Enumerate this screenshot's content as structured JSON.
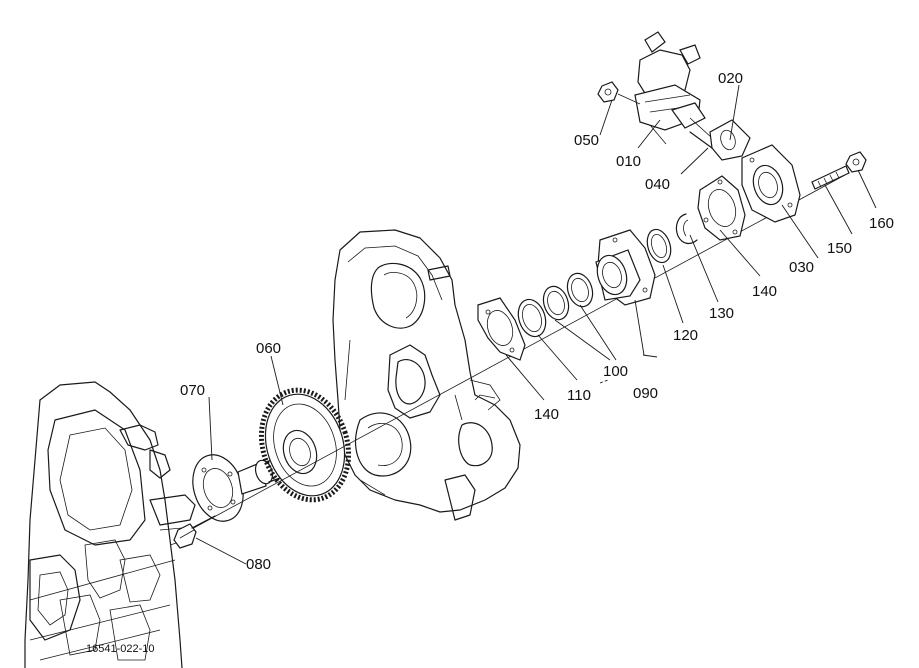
{
  "figure_code": "16541-022-10",
  "parts": {
    "p010": "010",
    "p020": "020",
    "p030": "030",
    "p040": "040",
    "p050": "050",
    "p060": "060",
    "p070": "070",
    "p080": "080",
    "p090": "090",
    "p100": "100",
    "p110": "110",
    "p120": "120",
    "p130": "130",
    "p140a": "140",
    "p140b": "140",
    "p150": "150",
    "p160": "160"
  }
}
